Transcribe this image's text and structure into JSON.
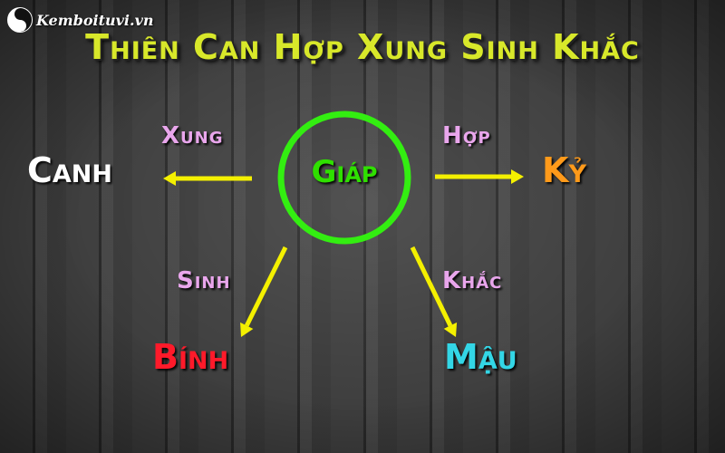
{
  "watermark": {
    "text": "Kemboituvi.vn",
    "icon": "yin-yang-icon"
  },
  "title": "Thiên Can Hợp Xung Sinh Khắc",
  "center": {
    "label": "Giáp",
    "color": "#2fe000",
    "ring_color": "#33ee11"
  },
  "nodes": {
    "canh": {
      "label": "Canh",
      "color": "#ffffff"
    },
    "ky": {
      "label": "Kỷ",
      "color": "#ff9a1a"
    },
    "binh": {
      "label": "Bính",
      "color": "#ff1a2a"
    },
    "mau": {
      "label": "Mậu",
      "color": "#33d6e6"
    }
  },
  "relations": {
    "xung": {
      "label": "Xung",
      "color": "#e9a6ec"
    },
    "hop": {
      "label": "Hợp",
      "color": "#e9a6ec"
    },
    "sinh": {
      "label": "Sinh",
      "color": "#e9a6ec"
    },
    "khac": {
      "label": "Khắc",
      "color": "#e9a6ec"
    }
  },
  "arrow_color": "#f4f000"
}
